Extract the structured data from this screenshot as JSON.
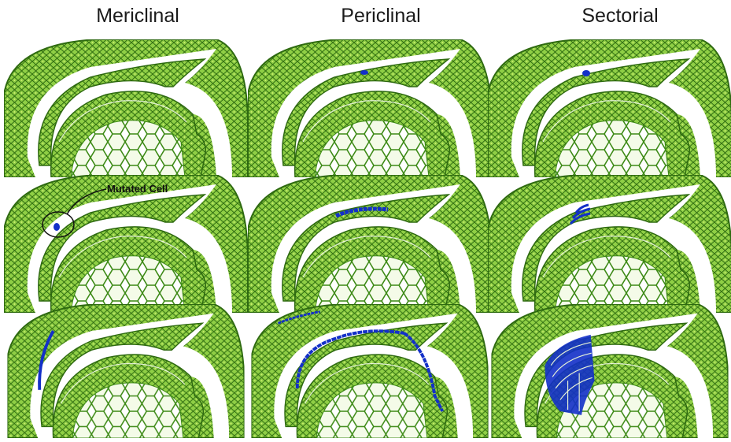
{
  "columns": [
    {
      "id": "mericlinal",
      "title": "Mericlinal"
    },
    {
      "id": "periclinal",
      "title": "Periclinal"
    },
    {
      "id": "sectorial",
      "title": "Sectorial"
    }
  ],
  "annotation": {
    "label": "Mutated Cell"
  },
  "colors": {
    "tissue": "#7cc23a",
    "tissue_dark": "#3f7a1a",
    "cell_line": "#2e5c10",
    "mutant": "#1330c8",
    "background": "#ffffff"
  }
}
